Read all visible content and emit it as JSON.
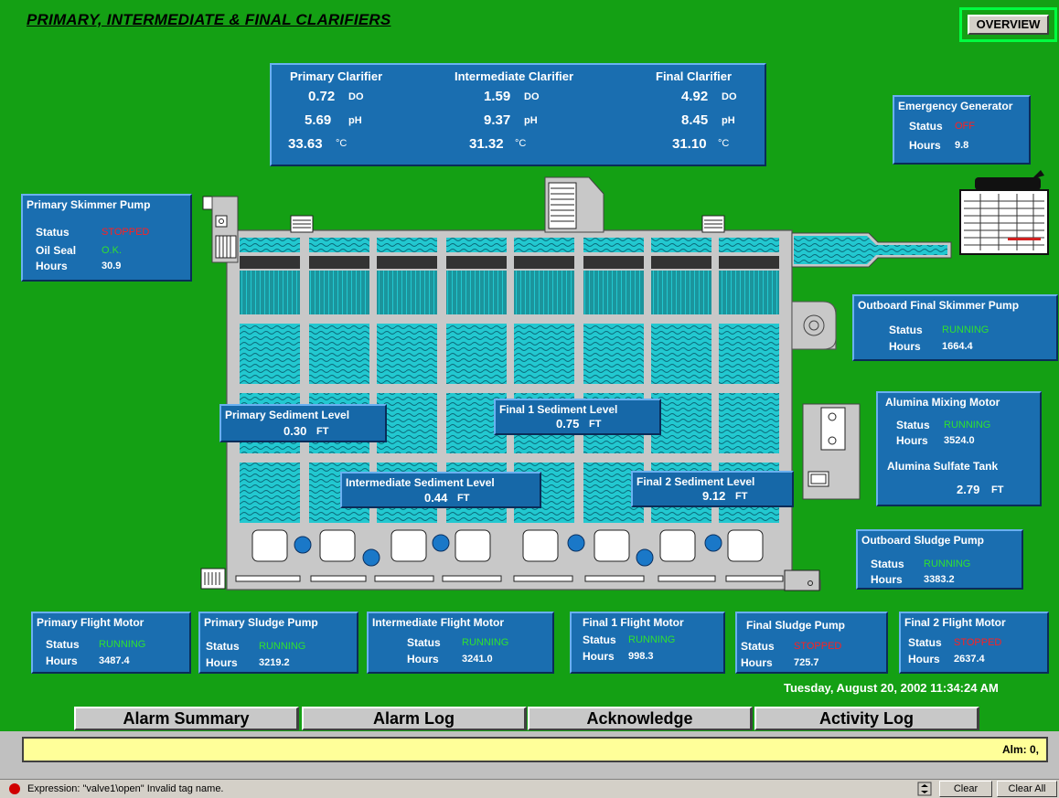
{
  "title": "PRIMARY, INTERMEDIATE & FINAL CLARIFIERS",
  "overview_label": "OVERVIEW",
  "clarifiers": [
    {
      "name": "Primary Clarifier",
      "do": "0.72",
      "ph": "5.69",
      "temp": "33.63"
    },
    {
      "name": "Intermediate Clarifier",
      "do": "1.59",
      "ph": "9.37",
      "temp": "31.32"
    },
    {
      "name": "Final Clarifier",
      "do": "4.92",
      "ph": "8.45",
      "temp": "31.10"
    }
  ],
  "units": {
    "do": "DO",
    "ph": "pH",
    "temp": "°C",
    "ft": "FT"
  },
  "labels": {
    "status": "Status",
    "hours": "Hours",
    "oil_seal": "Oil Seal"
  },
  "emergency_generator": {
    "title": "Emergency Generator",
    "status": "OFF",
    "hours": "9.8"
  },
  "primary_skimmer": {
    "title": "Primary Skimmer Pump",
    "status": "STOPPED",
    "oil_seal": "O.K.",
    "hours": "30.9"
  },
  "outboard_final_skimmer": {
    "title": "Outboard Final Skimmer Pump",
    "status": "RUNNING",
    "hours": "1664.4"
  },
  "alumina_mixing": {
    "title": "Alumina Mixing Motor",
    "status": "RUNNING",
    "hours": "3524.0",
    "tank_title": "Alumina Sulfate Tank",
    "tank_level": "2.79"
  },
  "outboard_sludge": {
    "title": "Outboard Sludge Pump",
    "status": "RUNNING",
    "hours": "3383.2"
  },
  "sediment": {
    "primary": {
      "title": "Primary Sediment Level",
      "value": "0.30"
    },
    "final1": {
      "title": "Final 1 Sediment Level",
      "value": "0.75"
    },
    "intermediate": {
      "title": "Intermediate Sediment Level",
      "value": "0.44"
    },
    "final2": {
      "title": "Final 2 Sediment Level",
      "value": "9.12"
    }
  },
  "motors": [
    {
      "title": "Primary Flight Motor",
      "status": "RUNNING",
      "hours": "3487.4"
    },
    {
      "title": "Primary Sludge Pump",
      "status": "RUNNING",
      "hours": "3219.2"
    },
    {
      "title": "Intermediate Flight Motor",
      "status": "RUNNING",
      "hours": "3241.0"
    },
    {
      "title": "Final 1 Flight Motor",
      "status": "RUNNING",
      "hours": "998.3"
    },
    {
      "title": "Final Sludge Pump",
      "status": "STOPPED",
      "hours": "725.7"
    },
    {
      "title": "Final 2 Flight Motor",
      "status": "STOPPED",
      "hours": "2637.4"
    }
  ],
  "datetime": "Tuesday, August 20, 2002  11:34:24 AM",
  "nav": [
    "Alarm Summary",
    "Alarm Log",
    "Acknowledge",
    "Activity Log"
  ],
  "alarm_count": "Alm:   0,",
  "status_bar": {
    "message": "Expression: \"valve1\\open\"  Invalid tag name.",
    "clear": "Clear",
    "clear_all": "Clear All"
  },
  "colors": {
    "background": "#14a014",
    "panel": "#1a6eb0",
    "water": "#22c8d0",
    "running": "#30e030",
    "stopped": "#ff2020",
    "alarm_bar": "#ffff99"
  }
}
